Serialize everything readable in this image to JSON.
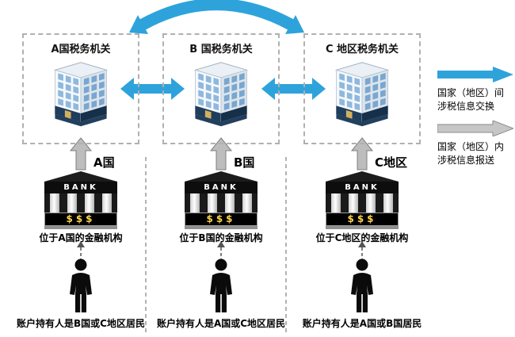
{
  "columns": [
    {
      "authority": "A国税务机关",
      "region": "A国",
      "institution": "位于A国的金融机构",
      "holder": "账户持有人是B国或C地区居民"
    },
    {
      "authority": "B 国税务机关",
      "region": "B国",
      "institution": "位于B国的金融机构",
      "holder": "账户持有人是A国或C地区居民"
    },
    {
      "authority": "C 地区税务机关",
      "region": "C地区",
      "institution": "位于C地区的金融机构",
      "holder": "账户持有人是A国或B国居民"
    }
  ],
  "bank": {
    "sign": "BANK",
    "money": "$$$"
  },
  "legend": {
    "exchange": {
      "line1": "国家（地区）间",
      "line2": "涉税信息交换"
    },
    "report": {
      "line1": "国家（地区）内",
      "line2": "涉税信息报送"
    }
  },
  "colors": {
    "arrow_blue": "#2EA3DB",
    "arrow_gray": "#BDBDBD",
    "bank_money_gold": "#FFD34D"
  }
}
